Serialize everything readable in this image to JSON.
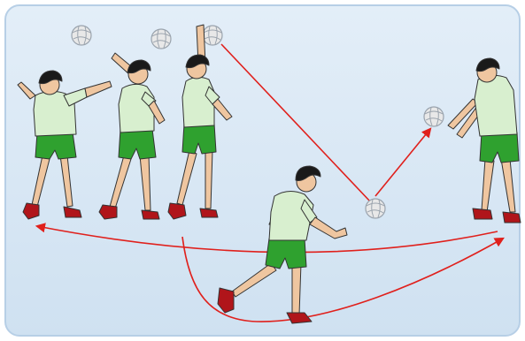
{
  "scene": {
    "panel_bg_top": "#e3eef8",
    "panel_bg_bottom": "#cfe1f1",
    "panel_border": "#b7cfe6",
    "path_color": "#e0201c",
    "shirt_color": "#d8efcf",
    "shorts_color": "#2fa12f",
    "skin_color": "#efc6a0",
    "hair_color": "#1a1a1a",
    "shoe_color": "#b0151a",
    "ball_color": "#e8e8e8",
    "ball_line_color": "#9aa3ad",
    "figures": [
      {
        "role": "spiker",
        "phase": "approach-arm-back"
      },
      {
        "role": "spiker",
        "phase": "jump-arm-cocked"
      },
      {
        "role": "spiker",
        "phase": "jump-hit"
      },
      {
        "role": "runner",
        "phase": "running"
      },
      {
        "role": "receiver",
        "phase": "forearm-pass"
      }
    ],
    "balls": 5
  }
}
